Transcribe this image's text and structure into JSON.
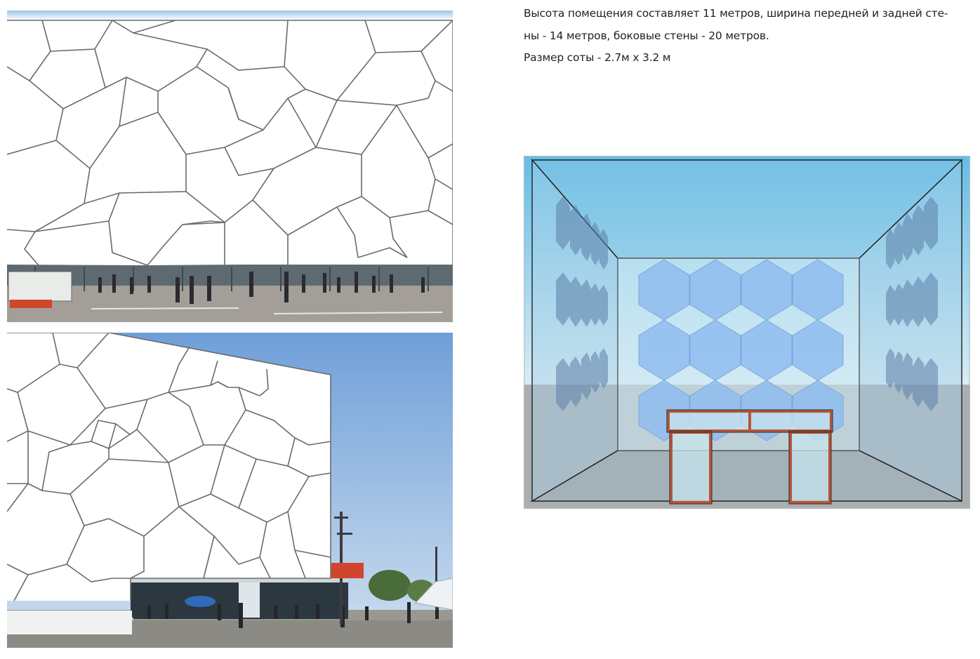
{
  "caption": {
    "line1": "Высота помещения составляет 11 метров, ширина передней и задней сте-",
    "line2": "ны - 14 метров, боковые стены - 20 метров.",
    "line3": "Размер соты - 2.7м x 3.2 м"
  },
  "colors": {
    "sky_top": "#7fb6e6",
    "sky_bottom": "#b8d6f0",
    "cell_line": "#6a6a6a",
    "render_sky": "#6fc0e4",
    "render_floor": "#a6abae",
    "hexagon": "#8fbcf0",
    "door_frame": "#b5553a"
  },
  "icons": {
    "photo_top": "voronoi-facade-photo-icon",
    "photo_bottom": "voronoi-building-photo-icon",
    "render": "room-interior-render-icon"
  }
}
